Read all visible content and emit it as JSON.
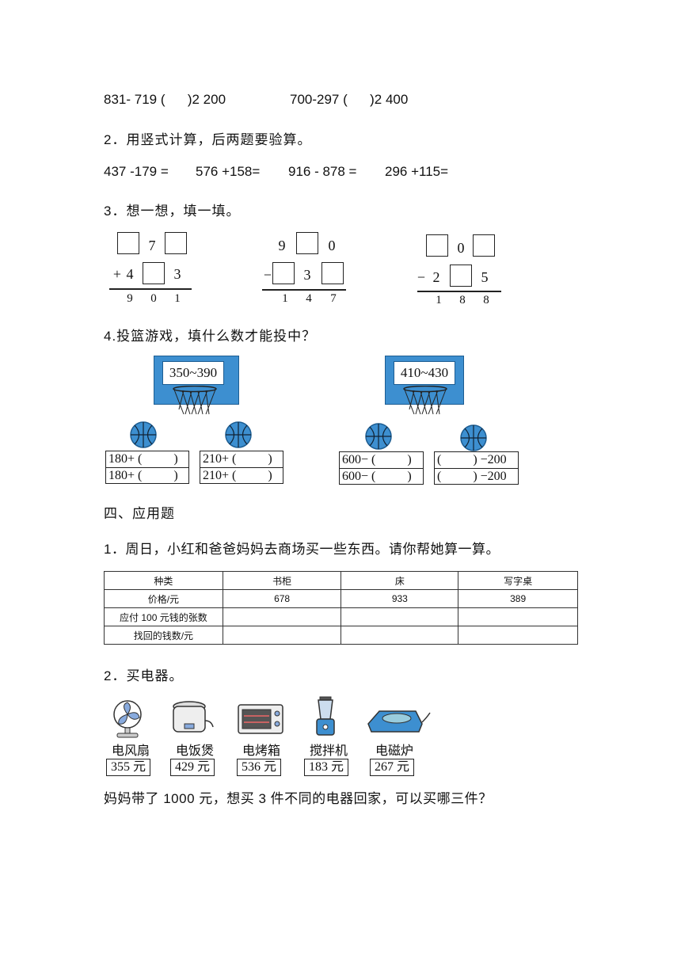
{
  "compare": {
    "a": "831- 719 (      )2 200",
    "b": "700-297 (      )2 400"
  },
  "q2": {
    "title": "2．用竖式计算，后两题要验算。",
    "problems": [
      "437 -179 =",
      "576 +158=",
      "916 - 878 =",
      "296 +115="
    ]
  },
  "q3": {
    "title": "3．想一想，填一填。",
    "p1": {
      "top": [
        "7"
      ],
      "op": "+",
      "mid": [
        "4",
        "3"
      ],
      "result": [
        "9",
        "0",
        "1"
      ]
    },
    "p2": {
      "top": [
        "9",
        "0"
      ],
      "op": "−",
      "mid": [
        "3"
      ],
      "result": [
        "1",
        "4",
        "7"
      ]
    },
    "p3": {
      "top": [
        "0"
      ],
      "op": "−",
      "mid": [
        "2",
        "5"
      ],
      "result": [
        "1",
        "8",
        "8"
      ]
    }
  },
  "q4": {
    "title": "4.投篮游戏，填什么数才能投中？",
    "hoop1": {
      "range": "350~390",
      "left": [
        "180+ (          )",
        "180+ (          )"
      ],
      "right": [
        "210+ (          )",
        "210+ (          )"
      ]
    },
    "hoop2": {
      "range": "410~430",
      "left": [
        "600− (          )",
        "600− (          )"
      ],
      "right": [
        "(          ) −200",
        "(          ) −200"
      ]
    }
  },
  "section4": {
    "title": "四、应用题",
    "q1": {
      "title": "1．周日，小红和爸爸妈妈去商场买一些东西。请你帮她算一算。",
      "table": {
        "header": [
          "种类",
          "书柜",
          "床",
          "写字桌"
        ],
        "rows": [
          [
            "价格/元",
            "678",
            "933",
            "389"
          ],
          [
            "应付 100 元钱的张数",
            "",
            "",
            ""
          ],
          [
            "找回的钱数/元",
            "",
            "",
            ""
          ]
        ]
      }
    },
    "q2": {
      "title": "2．买电器。",
      "items": [
        {
          "name": "电风扇",
          "price": "355 元",
          "icon": "fan-icon"
        },
        {
          "name": "电饭煲",
          "price": "429 元",
          "icon": "rice-cooker-icon"
        },
        {
          "name": "电烤箱",
          "price": "536 元",
          "icon": "oven-icon"
        },
        {
          "name": "搅拌机",
          "price": "183 元",
          "icon": "blender-icon"
        },
        {
          "name": "电磁炉",
          "price": "267 元",
          "icon": "induction-cooker-icon"
        }
      ],
      "question": "妈妈带了 1000 元，想买 3 件不同的电器回家，可以买哪三件？"
    }
  }
}
